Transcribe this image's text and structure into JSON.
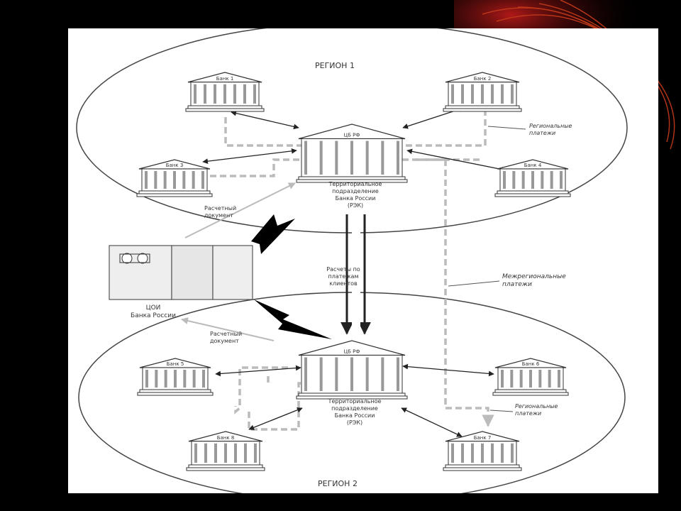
{
  "regions": {
    "region1": {
      "label": "РЕГИОН 1"
    },
    "region2": {
      "label": "РЕГИОН 2"
    }
  },
  "centers": {
    "cb1": {
      "label": "ЦБ РФ",
      "caption": [
        "Территориальное",
        "подразделение",
        "Банка России",
        "(РЭК)"
      ]
    },
    "cb2": {
      "label": "ЦБ РФ",
      "caption": [
        "Территориальное",
        "подразделение",
        "Банка России",
        "(РЭК)"
      ]
    }
  },
  "banks": {
    "b1": "Банк 1",
    "b2": "Банк 2",
    "b3": "Банк 3",
    "b4": "Банк 4",
    "b5": "Банк 5",
    "b6": "Банк 6",
    "b7": "Банк 7",
    "b8": "Банк 8"
  },
  "annotations": {
    "regional1": [
      "Региональные",
      "платежи"
    ],
    "regional2": [
      "Региональные",
      "платежи"
    ],
    "interregional": [
      "Межрегиональные",
      "платежи"
    ],
    "settlement": [
      "Расчеты по",
      "платежам",
      "клиентов"
    ],
    "doc1": [
      "Расчетный",
      "документ"
    ],
    "doc2": [
      "Расчетный",
      "документ"
    ],
    "server": [
      "ЦОИ",
      "Банка России"
    ]
  }
}
